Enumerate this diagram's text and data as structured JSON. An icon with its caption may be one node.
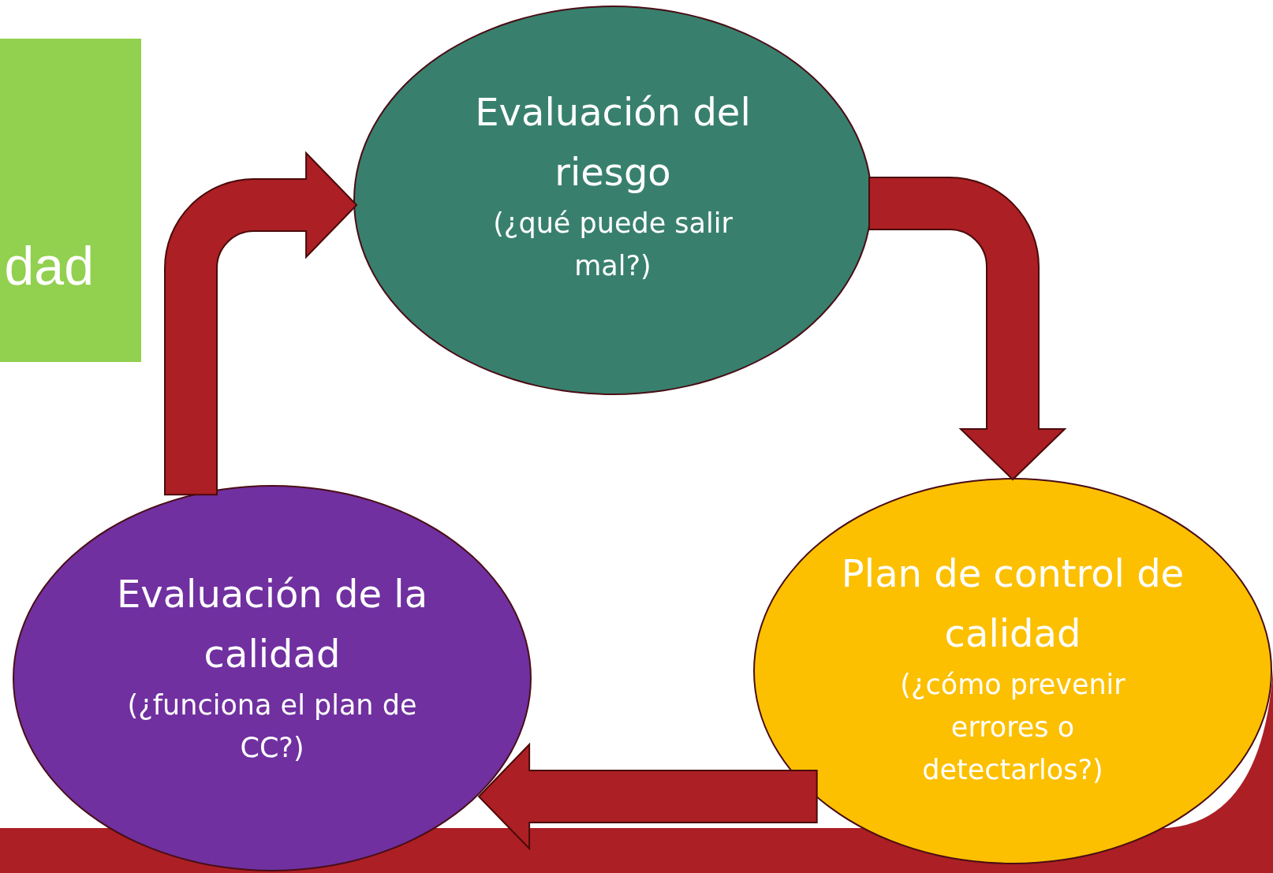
{
  "diagram": {
    "nodes": [
      {
        "text": [
          "dad"
        ]
      },
      {
        "text": [
          "Evaluación del riesgo",
          "(¿qué puede salir mal?)"
        ]
      },
      {
        "text": [
          "Plan de control de calidad",
          "(¿cómo prevenir errores o detectarlos?)"
        ]
      },
      {
        "text": [
          "Evaluación de la calidad",
          "(¿funciona el plan de CC?)"
        ]
      }
    ],
    "edges": [
      {
        "from": 3,
        "to": 1,
        "arrow": "to"
      },
      {
        "from": 1,
        "to": 2,
        "arrow": "to"
      },
      {
        "from": 2,
        "to": 3,
        "arrow": "to"
      }
    ]
  }
}
